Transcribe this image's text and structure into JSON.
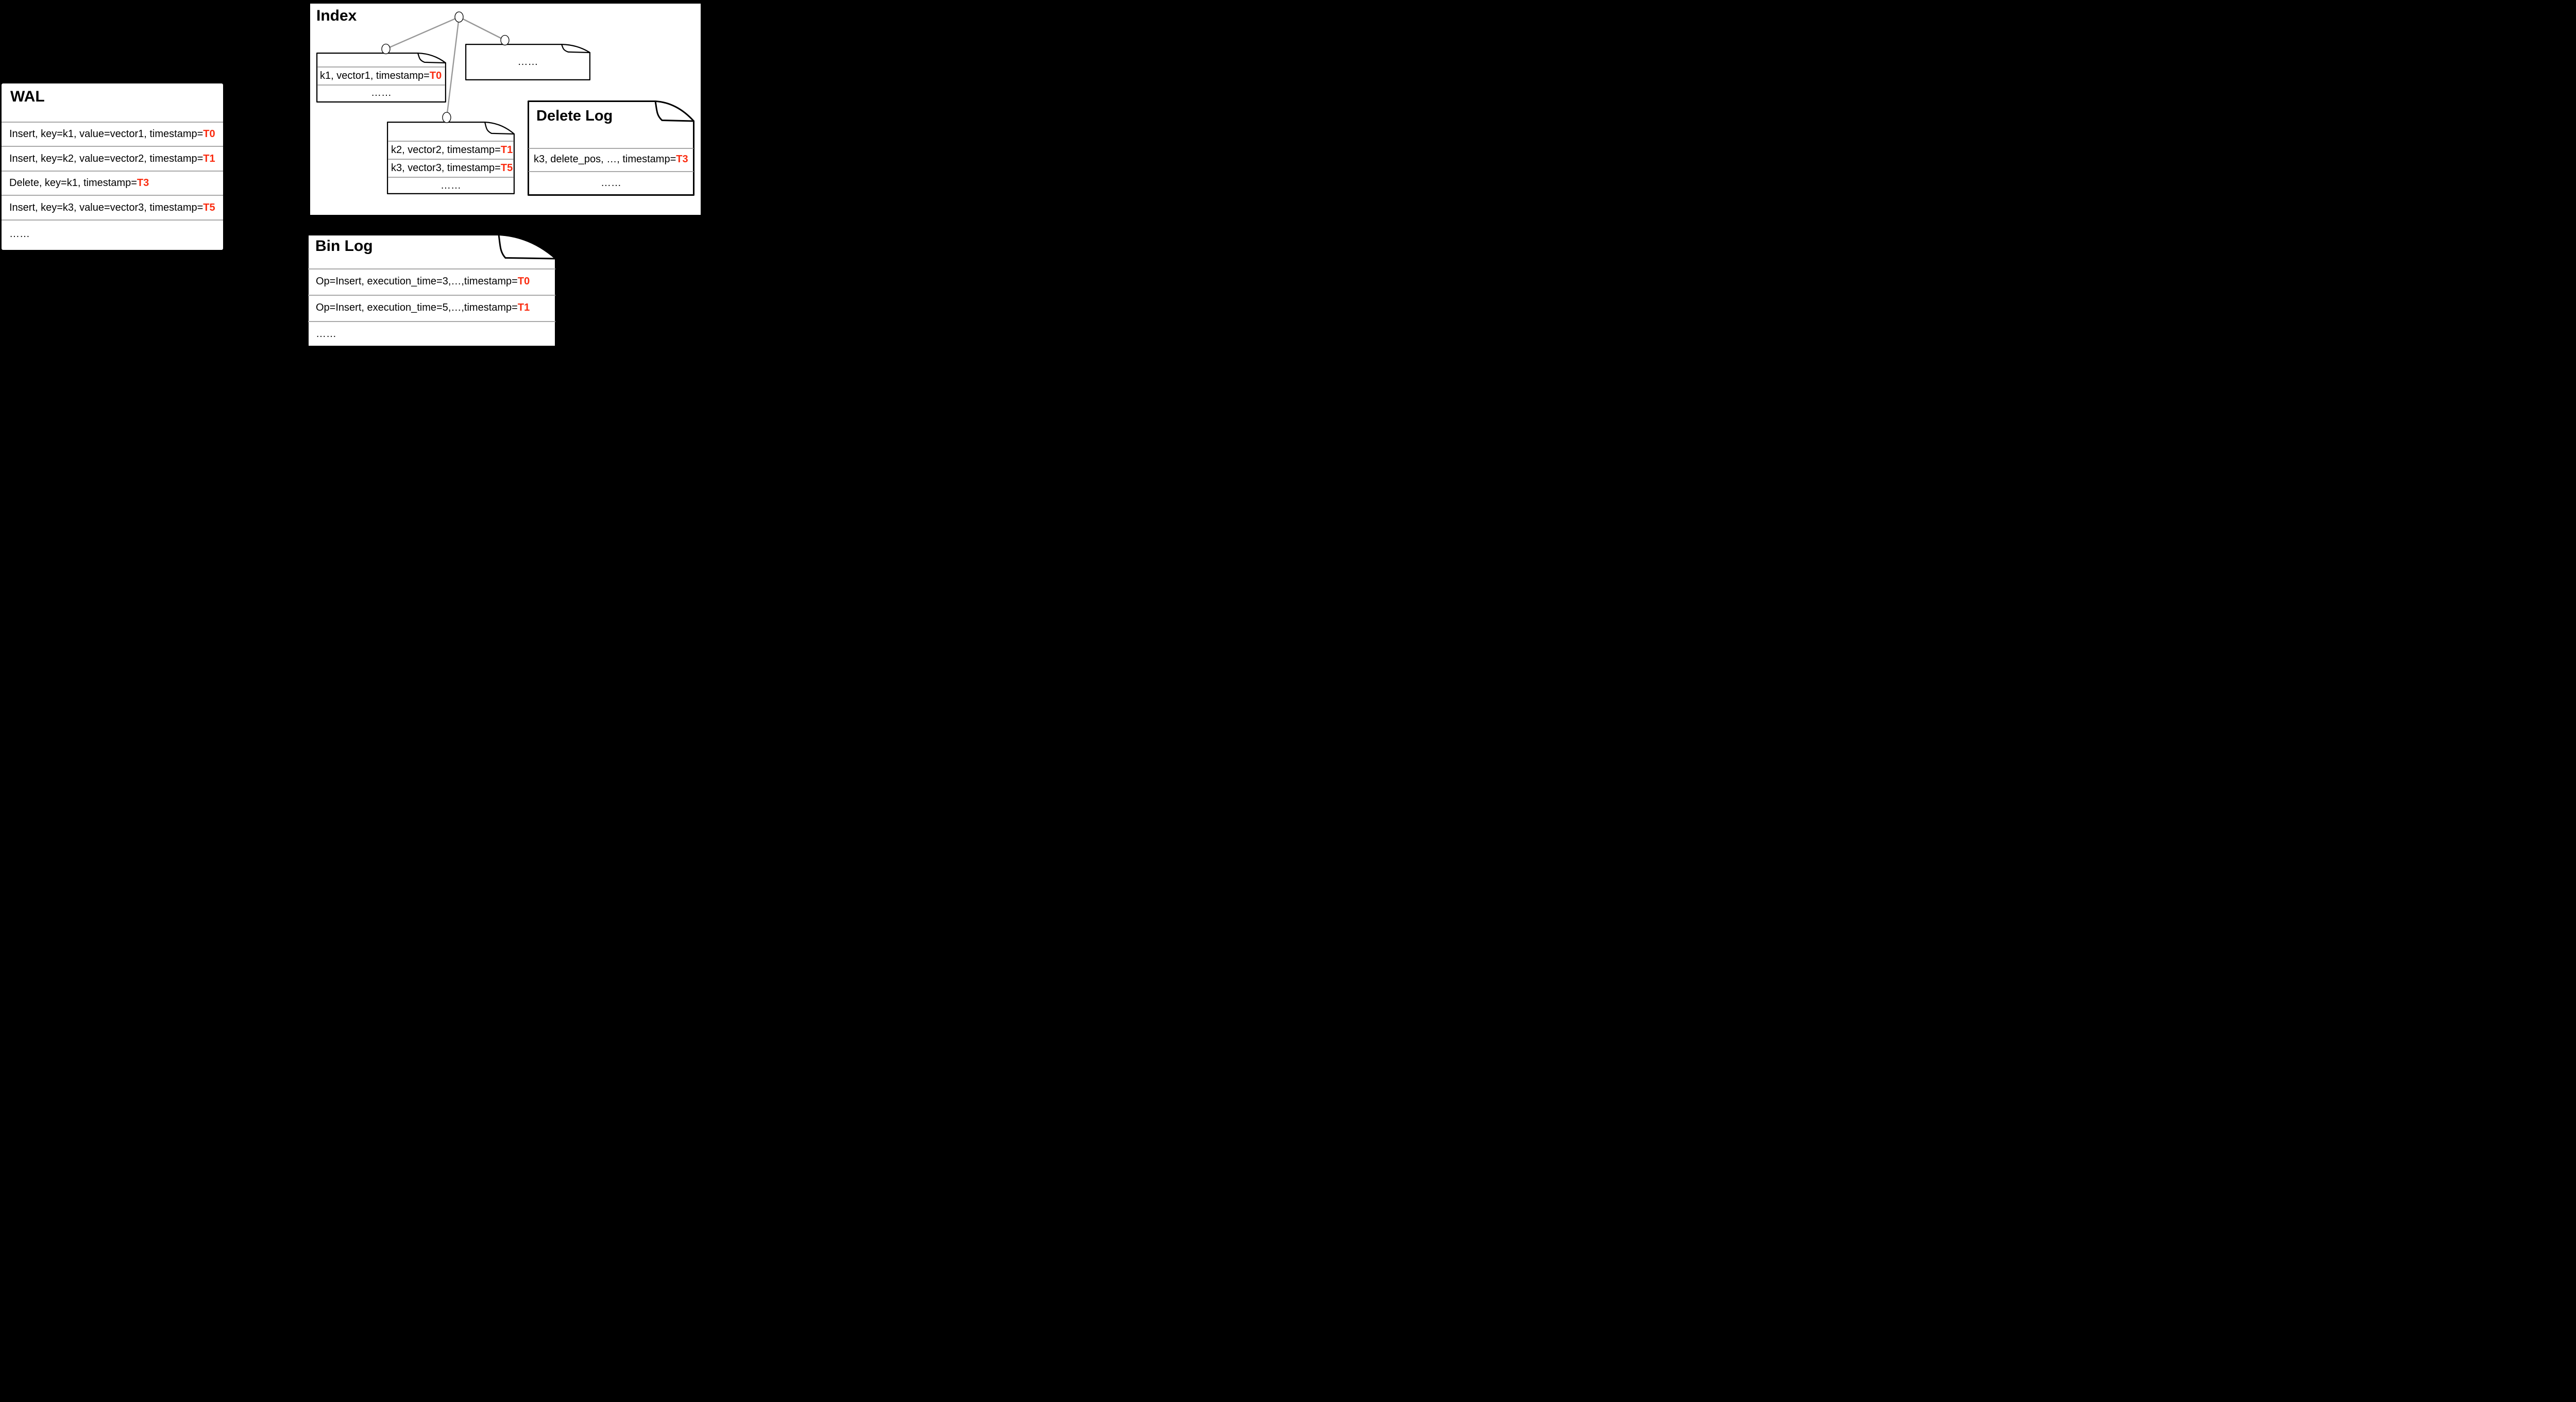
{
  "colors": {
    "timestamp_red": "#FA2B0F",
    "separator_gray": "#A9A9A9",
    "tree_edge_gray": "#989898",
    "background": "#000000",
    "panel_white": "#FFFFFF"
  },
  "wal": {
    "title": "WAL",
    "rows": [
      {
        "prefix": "Insert, key=k1, value=vector1, timestamp=",
        "ts": "T0"
      },
      {
        "prefix": "Insert, key=k2, value=vector2, timestamp=",
        "ts": "T1"
      },
      {
        "prefix": "Delete, key=k1, timestamp=",
        "ts": "T3"
      },
      {
        "prefix": "Insert, key=k3, value=vector3, timestamp=",
        "ts": "T5"
      },
      {
        "prefix": "……",
        "ts": ""
      }
    ]
  },
  "index": {
    "title": "Index",
    "segment_k1": {
      "rows": [
        {
          "prefix": "k1, vector1, timestamp=",
          "ts": "T0"
        },
        {
          "prefix": "……",
          "ts": ""
        }
      ]
    },
    "segment_more": {
      "label": "……"
    },
    "segment_k2k3": {
      "rows": [
        {
          "prefix": "k2, vector2, timestamp=",
          "ts": "T1"
        },
        {
          "prefix": "k3, vector3, timestamp=",
          "ts": "T5"
        },
        {
          "prefix": "……",
          "ts": ""
        }
      ]
    }
  },
  "delete_log": {
    "title": "Delete Log",
    "rows": [
      {
        "prefix": "k3, delete_pos, …, timestamp=",
        "ts": "T3"
      },
      {
        "prefix": "……",
        "ts": ""
      }
    ]
  },
  "bin_log": {
    "title": "Bin Log",
    "rows": [
      {
        "prefix": "Op=Insert, execution_time=3,…,timestamp=",
        "ts": "T0"
      },
      {
        "prefix": "Op=Insert, execution_time=5,…,timestamp=",
        "ts": "T1"
      },
      {
        "prefix": "……",
        "ts": ""
      }
    ]
  }
}
